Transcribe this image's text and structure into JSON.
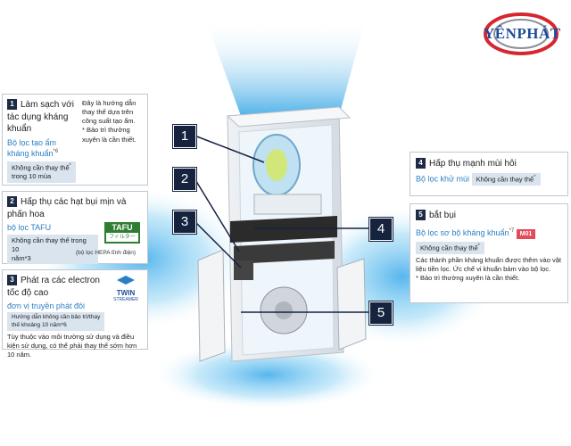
{
  "logo": {
    "text": "YÊNPHÁT"
  },
  "callouts": [
    "1",
    "2",
    "3",
    "4",
    "5"
  ],
  "panel1": {
    "num": "1",
    "title": "Làm sạch với tác dụng kháng khuẩn",
    "filter": "Bộ lọc tạo ẩm kháng khuẩn",
    "sup": "*6",
    "badge_line1": "Không cần thay thế",
    "badge_sup": "*",
    "badge_line2": "trong 10 mùa",
    "note1": "Đây là hướng dẫn thay thế dựa trên công suất tạo ẩm.",
    "note2": "* Bảo trì thường xuyên là cần thiết."
  },
  "panel2": {
    "num": "2",
    "title": "Hấp thụ các hạt bụi mịn và phấn hoa",
    "filter": "bộ lọc TAFU",
    "badge_line1": "Không cần thay thế trong 10",
    "badge_line2": "năm*3",
    "logo_top": "TAFU",
    "logo_bottom": "フィルター",
    "caption": "(bộ lọc HEPA tĩnh điện)"
  },
  "panel3": {
    "num": "3",
    "title": "Phát ra các electron tốc độ cao",
    "filter": "đơn vị truyền phát đôi",
    "badge_line1": "Hướng dẫn không cần bảo trì/thay",
    "badge_line2": "thế khoảng 10 năm*6",
    "twin_top": "TWIN",
    "twin_bottom": "STREAMER",
    "note": "Tùy thuộc vào môi trường sử dụng và điều kiện sử dụng, có thể phải thay thế sớm hơn 10 năm."
  },
  "panel4": {
    "num": "4",
    "title": "Hấp thụ mạnh mùi hôi",
    "filter": "Bộ lọc khử mùi",
    "badge": "Không cần thay thế",
    "badge_sup": "*"
  },
  "panel5": {
    "num": "5",
    "title": "bắt bụi",
    "filter": "Bộ lọc sơ bộ kháng khuẩn",
    "sup": "*7",
    "tag": "M01",
    "badge": "Không cần thay thế",
    "badge_sup": "*",
    "note1": "Các thành phần kháng khuẩn được thêm vào vật liệu tiền lọc. Ức chế vi khuẩn bám vào bộ lọc.",
    "note2": "* Bảo trì thường xuyên là cần thiết."
  },
  "colors": {
    "accent_blue": "#2a7fc4",
    "callout_navy": "#15233f",
    "badge_bg": "#d9e4ee",
    "tag_red": "#e34a5a",
    "airflow": "#6cc4ef"
  }
}
